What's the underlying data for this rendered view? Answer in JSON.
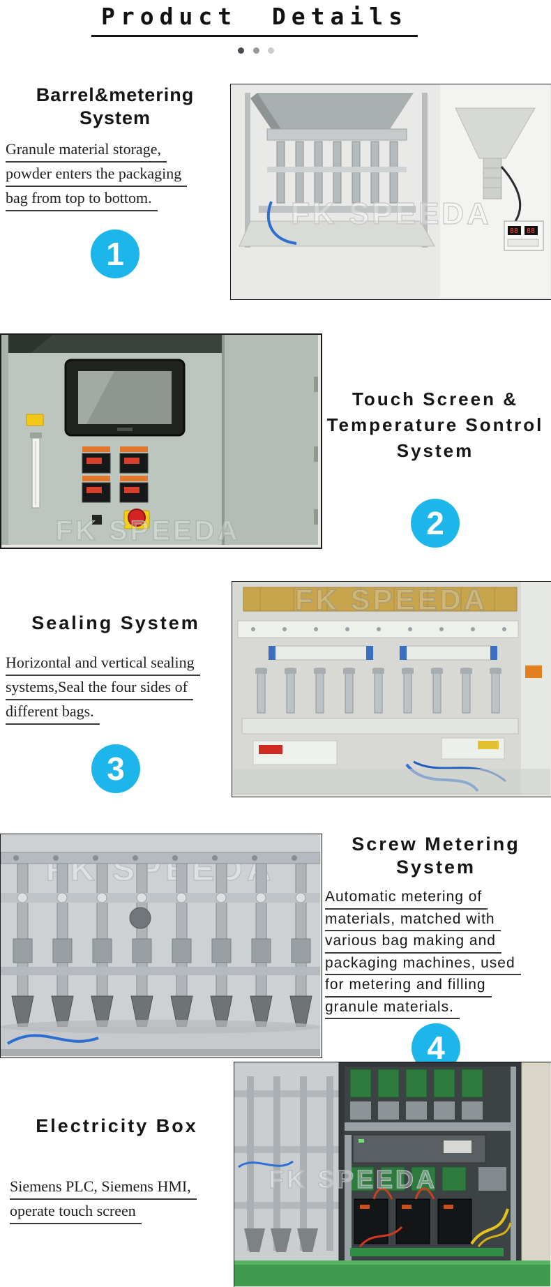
{
  "title": "Product Details",
  "watermark": "FK SPEEDA",
  "colors": {
    "accent": "#1db6ea"
  },
  "carousel": {
    "dots": [
      {
        "color": "#4a4a52"
      },
      {
        "color": "#97979d"
      },
      {
        "color": "#cbcbd0"
      }
    ]
  },
  "sections": [
    {
      "badge": "1",
      "heading_lines": [
        "Barrel&metering",
        "System"
      ],
      "body_lines": [
        "Granule material storage,",
        "powder enters the packaging",
        "bag from top to bottom."
      ]
    },
    {
      "badge": "2",
      "heading_lines": [
        "Touch Screen &",
        "Temperature Sontrol",
        "System"
      ],
      "body_lines": []
    },
    {
      "badge": "3",
      "heading_lines": [
        "Sealing System"
      ],
      "body_lines": [
        "Horizontal and vertical sealing",
        "systems,Seal the four sides of",
        "different bags."
      ]
    },
    {
      "badge": "4",
      "heading_lines": [
        "Screw Metering",
        "System"
      ],
      "body_lines": [
        "Automatic metering of",
        "materials, matched with",
        "various bag making and",
        "packaging machines, used",
        "for metering and filling",
        "granule materials."
      ]
    },
    {
      "badge": "",
      "heading_lines": [
        "Electricity Box"
      ],
      "body_lines": [
        "Siemens PLC, Siemens HMI,",
        "operate touch screen"
      ]
    }
  ]
}
